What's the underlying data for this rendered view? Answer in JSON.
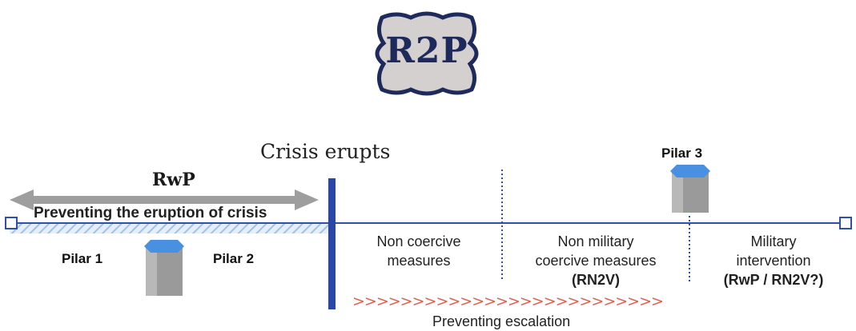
{
  "logo": {
    "text": "R2P"
  },
  "timeline": {
    "crisis_label": "Crisis erupts",
    "rwp_label": "RwP",
    "prevent_eruption": "Preventing the eruption of crisis",
    "pillar1": "Pilar 1",
    "pillar2": "Pilar 2",
    "pillar3": "Pilar 3",
    "non_coercive": [
      "Non coercive",
      "measures"
    ],
    "non_military": [
      "Non military",
      "coercive measures",
      "(RN2V)"
    ],
    "military": [
      "Military",
      "intervention",
      "(RwP / RN2V?)"
    ],
    "escalation": "Preventing escalation",
    "chevrons": ">>>>>>>>>>>>>>>>>>>>>>>>>>"
  },
  "colors": {
    "line_blue": "#2f4fa8",
    "arrow_grey": "#9e9e9e",
    "hatch_blue": "#9fc2e8",
    "pillar_top": "#4a90e2",
    "pillar_body": "#9a9a9a",
    "chevron_red": "#e06050",
    "logo_fill": "#d4d0d0",
    "logo_border": "#1f2a5c"
  }
}
